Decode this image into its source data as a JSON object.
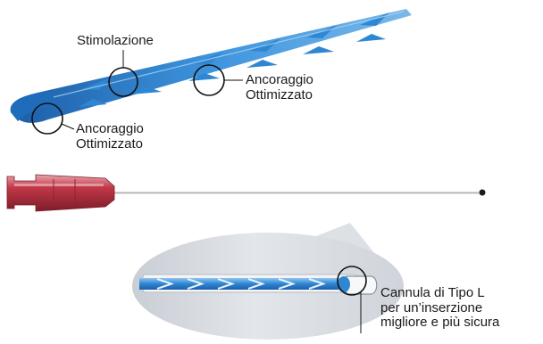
{
  "labels": {
    "stimulation": "Stimolazione",
    "anchoring_right": [
      "Ancoraggio",
      "Ottimizzato"
    ],
    "anchoring_left": [
      "Ancoraggio",
      "Ottimizzato"
    ],
    "cannula": [
      "Cannula di Tipo L",
      "per un’inserzione",
      "migliore e più sicura"
    ]
  },
  "colors": {
    "lead_blue": "#2f86d2",
    "lead_dark_blue": "#1d5ea8",
    "lead_light_blue": "#9cc9ef",
    "needle_hub_red": "#c23848",
    "needle_hub_dark": "#7d1c2a",
    "needle_shaft": "#b7b7b7",
    "oval_gray": "#d9dde2",
    "line_black": "#111111"
  }
}
